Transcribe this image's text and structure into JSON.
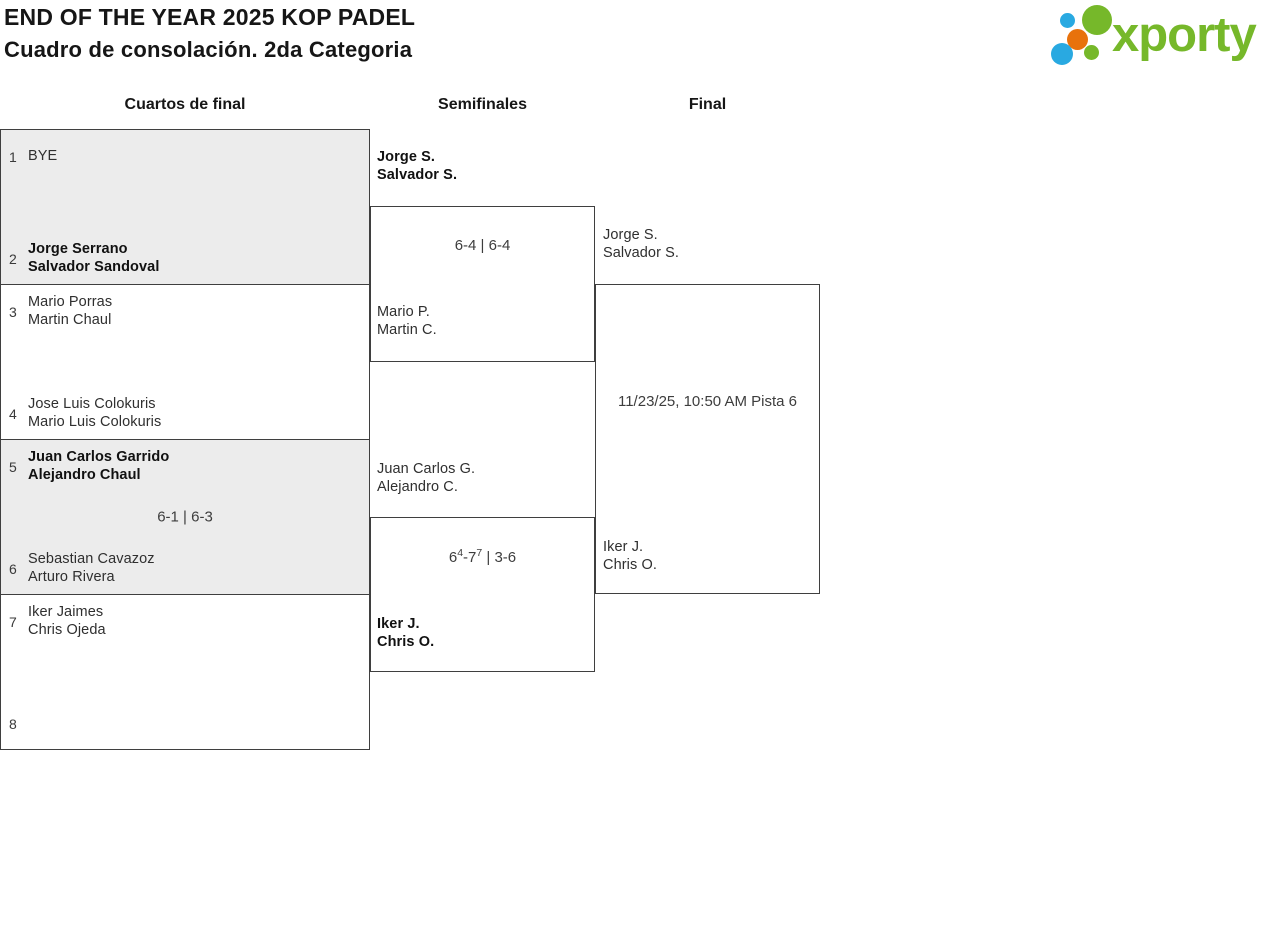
{
  "header": {
    "title": "END OF THE YEAR 2025 KOP PADEL",
    "subtitle": "Cuadro de consolación. 2da Categoria"
  },
  "logo": {
    "brand": "xporty",
    "colors": {
      "green": "#76b82a",
      "blue": "#29a9e1",
      "orange": "#e8720c"
    }
  },
  "rounds": [
    {
      "label": "Cuartos de final"
    },
    {
      "label": "Semifinales"
    },
    {
      "label": "Final"
    }
  ],
  "quarterfinals": [
    {
      "shaded": true,
      "top": {
        "seed": "1",
        "players": [
          "BYE"
        ],
        "winner": false
      },
      "bottom": {
        "seed": "2",
        "players": [
          "Jorge Serrano",
          "Salvador Sandoval"
        ],
        "winner": true
      },
      "score": ""
    },
    {
      "shaded": false,
      "top": {
        "seed": "3",
        "players": [
          "Mario Porras",
          "Martin Chaul"
        ],
        "winner": false
      },
      "bottom": {
        "seed": "4",
        "players": [
          "Jose Luis Colokuris",
          "Mario Luis Colokuris"
        ],
        "winner": false
      },
      "score": ""
    },
    {
      "shaded": true,
      "top": {
        "seed": "5",
        "players": [
          "Juan Carlos Garrido",
          "Alejandro Chaul"
        ],
        "winner": true
      },
      "bottom": {
        "seed": "6",
        "players": [
          "Sebastian Cavazoz",
          "Arturo Rivera"
        ],
        "winner": false
      },
      "score": "6-1 | 6-3"
    },
    {
      "shaded": false,
      "top": {
        "seed": "7",
        "players": [
          "Iker Jaimes",
          "Chris Ojeda"
        ],
        "winner": false
      },
      "bottom": {
        "seed": "8",
        "players": [],
        "winner": false
      },
      "score": ""
    }
  ],
  "semifinals": [
    {
      "top": {
        "players": [
          "Jorge S.",
          "Salvador S."
        ],
        "winner": true
      },
      "bottom": {
        "players": [
          "Mario P.",
          "Martin C."
        ],
        "winner": false
      },
      "score": "6-4 | 6-4"
    },
    {
      "top": {
        "players": [
          "Juan Carlos G.",
          "Alejandro C."
        ],
        "winner": false
      },
      "bottom": {
        "players": [
          "Iker J.",
          "Chris O."
        ],
        "winner": true
      },
      "score": {
        "p1": "6",
        "sup1": "4",
        "p2": "-7",
        "sup2": "7",
        "p3": " | 3-6"
      }
    }
  ],
  "final": {
    "top": {
      "players": [
        "Jorge S.",
        "Salvador S."
      ]
    },
    "bottom": {
      "players": [
        "Iker J.",
        "Chris O."
      ]
    },
    "schedule": "11/23/25, 10:50 AM Pista 6"
  }
}
